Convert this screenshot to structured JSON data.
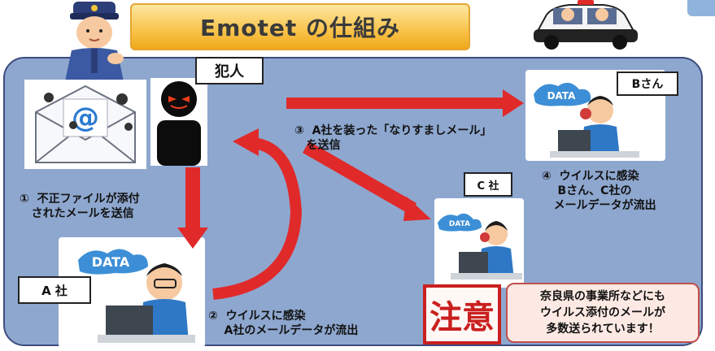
{
  "title": "Emotet の仕組み",
  "labels": {
    "criminal": "犯人",
    "person_b": "Bさん",
    "company_c": "C 社",
    "company_a": "A 社"
  },
  "icons": {
    "email": "email-at-icon",
    "criminal": "hacker-silhouette-icon",
    "police": "police-officer-icon",
    "patrol_car": "patrol-car-icon",
    "data_cloud": "data-cloud-icon",
    "worker": "infected-worker-icon"
  },
  "data_tag": "DATA",
  "steps": {
    "step1": "①  不正ファイルが添付\n   されたメールを送信",
    "step2": "②  ウイルスに感染\n    A社のメールデータが流出",
    "step3": "③  A社を装った「なりすましメール」\n   を送信",
    "step4": "④  ウイルスに感染\n    Bさん、C社の\n   メールデータが流出"
  },
  "stamp": "注意",
  "notice": "奈良県の事業所などにも\nウイルス添付のメールが\n多数送られています！",
  "colors": {
    "arrow": "#e02a2a",
    "panel": "#8ea7cf",
    "panel_border": "#3d4c7e",
    "banner": "#f9c24a",
    "notice_bg": "#fde9e3",
    "stamp": "#c9201f"
  }
}
